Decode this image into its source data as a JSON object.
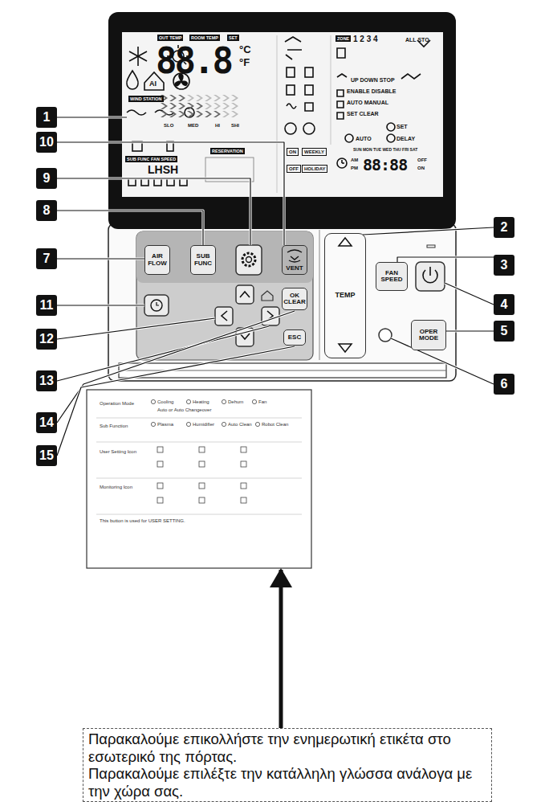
{
  "diagram": {
    "nodes": [
      {
        "text": [
          "AIR FLOW"
        ]
      },
      {
        "text": [
          "SUB FUNC"
        ]
      },
      {
        "text": [
          "VENT"
        ]
      },
      {
        "text": [
          "OK CLEAR"
        ]
      },
      {
        "text": [
          "ESC"
        ]
      },
      {
        "text": [
          "TEMP"
        ]
      },
      {
        "text": [
          "FAN SPEED"
        ]
      },
      {
        "text": [
          "OPER MODE"
        ]
      },
      {
        "text": [
          "Operation Mode",
          "Cooling",
          "Heating",
          "Dehum",
          "Fan",
          "Auto or Auto Changeover",
          "Sub Function",
          "Plasma",
          "Humidifier",
          "Auto Clean",
          "Robot Clean",
          "User Setting Icon",
          "Monitoring Icon",
          "This button is used for USER SETTING."
        ]
      },
      {
        "text": [
          "Παρακαλούμε επικολλήστε την ενημερωτική ετικέτα στο εσωτερικό της πόρτας.",
          "Παρακαλούμε επιλέξτε την κατάλληλη γλώσσα ανάλογα με την χώρα σας."
        ]
      }
    ],
    "edges": [
      {
        "from": 9,
        "to": 8,
        "arrow": "to"
      }
    ],
    "labels": [
      "1",
      "2",
      "3",
      "4",
      "5",
      "6",
      "7",
      "8",
      "9",
      "10",
      "11",
      "12",
      "13",
      "14",
      "15",
      "OUT TEMP",
      "ROOM TEMP",
      "SET",
      "°C",
      "°F",
      "88.8",
      "AI",
      "WIND STATION",
      "SLO",
      "MED",
      "HI",
      "SHI",
      "SUB FUNC",
      "FAN SPEED",
      "LHSH",
      "RESERVATION",
      "ZONE",
      "1 2 3 4",
      "ALL STO",
      "UP DOWN STOP",
      "ENABLE DISABLE",
      "AUTO MANUAL",
      "SET CLEAR",
      "SET",
      "AUTO",
      "DELAY",
      "ON",
      "WEEKLY",
      "OFF",
      "HOLIDAY",
      "SUN MON TUE WED THU FRI SAT",
      "AM",
      "PM",
      "88:88",
      "OFF",
      "ON"
    ]
  }
}
